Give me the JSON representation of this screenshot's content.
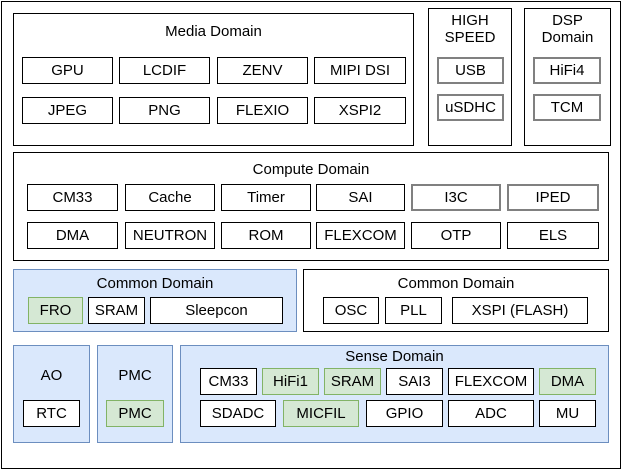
{
  "media": {
    "title": "Media Domain",
    "blocks": [
      "GPU",
      "LCDIF",
      "ZENV",
      "MIPI DSI",
      "JPEG",
      "PNG",
      "FLEXIO",
      "XSPI2"
    ]
  },
  "highspeed": {
    "title": "HIGH\nSPEED",
    "blocks": [
      "USB",
      "uSDHC"
    ]
  },
  "dsp": {
    "title": "DSP\nDomain",
    "blocks": [
      "HiFi4",
      "TCM"
    ]
  },
  "compute": {
    "title": "Compute Domain",
    "blocks": [
      "CM33",
      "Cache",
      "Timer",
      "SAI",
      "I3C",
      "IPED",
      "DMA",
      "NEUTRON",
      "ROM",
      "FLEXCOM",
      "OTP",
      "ELS"
    ]
  },
  "common1": {
    "title": "Common Domain",
    "blocks": [
      "FRO",
      "SRAM",
      "Sleepcon"
    ]
  },
  "common2": {
    "title": "Common Domain",
    "blocks": [
      "OSC",
      "PLL",
      "XSPI (FLASH)"
    ]
  },
  "ao": {
    "title": "AO",
    "blocks": [
      "RTC"
    ]
  },
  "pmc": {
    "title": "PMC",
    "blocks": [
      "PMC"
    ]
  },
  "sense": {
    "title": "Sense Domain",
    "blocks": [
      "CM33",
      "HiFi1",
      "SRAM",
      "SAI3",
      "FLEXCOM",
      "DMA",
      "SDADC",
      "MICFIL",
      "GPIO",
      "ADC",
      "MU"
    ]
  },
  "colors": {
    "blue_fill": "#dae8fc",
    "blue_border": "#6c8ebf",
    "green_fill": "#d5e8d4",
    "green_border": "#82b366",
    "grey_border": "#808080"
  }
}
